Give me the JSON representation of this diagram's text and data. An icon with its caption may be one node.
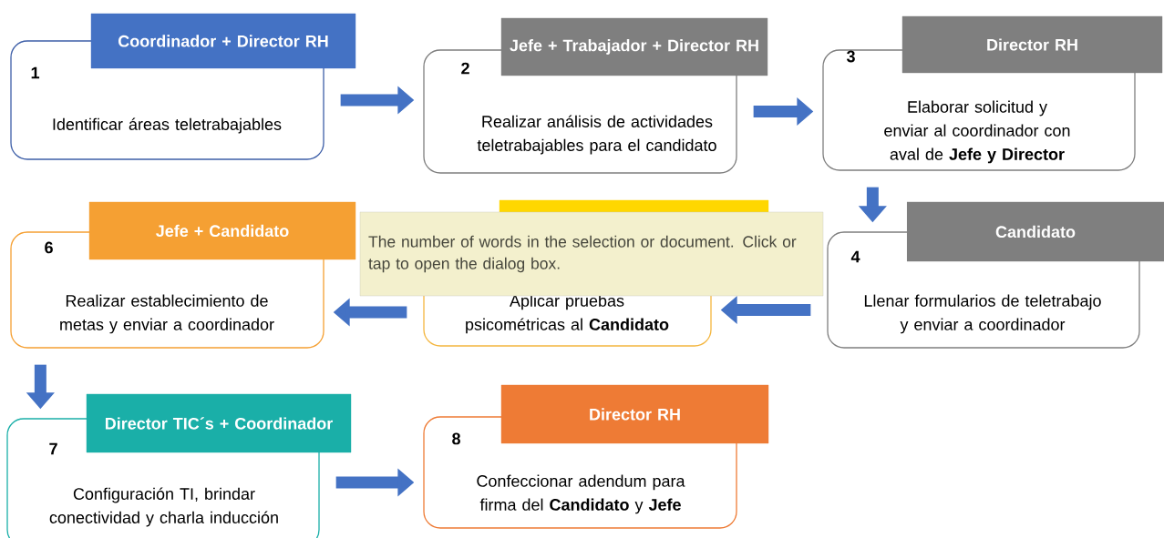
{
  "diagram": {
    "nodes": [
      {
        "text": [
          "Coordinador + Director RH",
          "1",
          "Identificar áreas teletrabajables"
        ]
      },
      {
        "text": [
          "Jefe + Trabajador + Director RH",
          "2",
          "Realizar análisis de actividades teletrabajables para el candidato"
        ]
      },
      {
        "text": [
          "Director RH",
          "3",
          "Elaborar solicitud y enviar al coordinador con aval de **Jefe y Director**"
        ]
      },
      {
        "text": [
          "Candidato",
          "4",
          "Llenar formularios de teletrabajo y enviar a coordinador"
        ]
      },
      {
        "text": [
          "Aplicar pruebas psicométricas al **Candidato**"
        ]
      },
      {
        "text": [
          "Jefe + Candidato",
          "6",
          "Realizar establecimiento de metas y enviar a coordinador"
        ]
      },
      {
        "text": [
          "Director TIC´s + Coordinador",
          "7",
          "Configuración TI, brindar conectividad y charla inducción"
        ]
      },
      {
        "text": [
          "Director RH",
          "8",
          "Confeccionar adendum para firma del **Candidato** y **Jefe**"
        ]
      }
    ],
    "edges": [
      {
        "from": 0,
        "to": 1,
        "arrow": "to"
      },
      {
        "from": 1,
        "to": 2,
        "arrow": "to"
      },
      {
        "from": 2,
        "to": 3,
        "arrow": "to"
      },
      {
        "from": 3,
        "to": 4,
        "arrow": "to"
      },
      {
        "from": 4,
        "to": 5,
        "arrow": "to"
      },
      {
        "from": 5,
        "to": 6,
        "arrow": "to"
      },
      {
        "from": 6,
        "to": 7,
        "arrow": "to"
      }
    ],
    "labels": [
      "The number of words in the selection or document. Click or tap to open the dialog box."
    ]
  }
}
